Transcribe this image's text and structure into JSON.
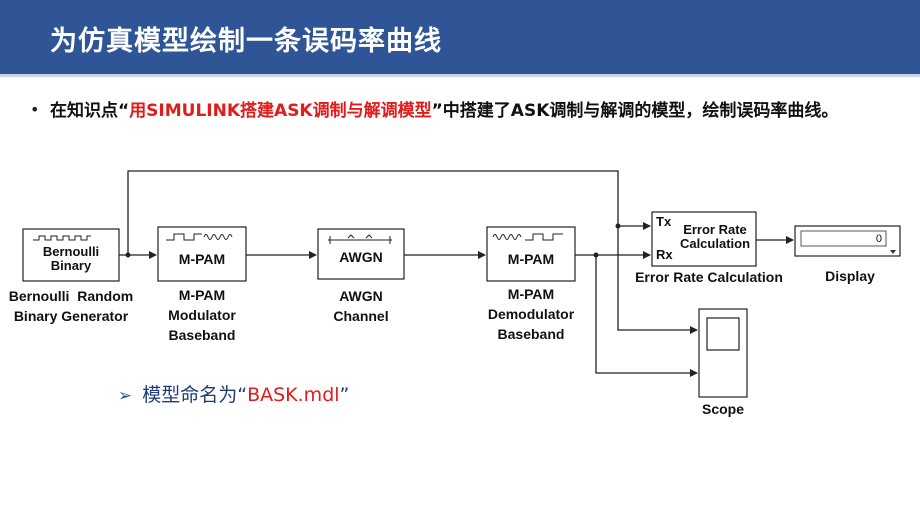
{
  "title": "为仿真模型绘制一条误码率曲线",
  "intro": {
    "before": "在知识点“",
    "highlight": "用SIMULINK搭建ASK调制与解调模型",
    "after": "”中搭建了ASK调制与解调的模型，绘制误码率曲线。"
  },
  "blocks": {
    "bernoulli": {
      "inner_line1": "Bernoulli",
      "inner_line2": "Binary",
      "caption_line1": "Bernoulli  Random",
      "caption_line2": "Binary Generator"
    },
    "modulator": {
      "inner": "M-PAM",
      "caption_line1": "M-PAM",
      "caption_line2": "Modulator",
      "caption_line3": "Baseband"
    },
    "awgn": {
      "inner": "AWGN",
      "caption_line1": "AWGN",
      "caption_line2": "Channel"
    },
    "demodulator": {
      "inner": "M-PAM",
      "caption_line1": "M-PAM",
      "caption_line2": "Demodulator",
      "caption_line3": "Baseband"
    },
    "error_rate": {
      "port_tx": "Tx",
      "port_rx": "Rx",
      "inner_line1": "Error Rate",
      "inner_line2": "Calculation",
      "caption": "Error Rate Calculation"
    },
    "display": {
      "value": "0",
      "caption": "Display"
    },
    "scope": {
      "caption": "Scope"
    }
  },
  "sub_bullet": {
    "before": "模型命名为“",
    "highlight": "BASK.mdl",
    "after": "”"
  },
  "colors": {
    "title_bar": "#2f5597",
    "highlight": "#e21b1b",
    "sub_bullet_text": "#1f3c78"
  }
}
